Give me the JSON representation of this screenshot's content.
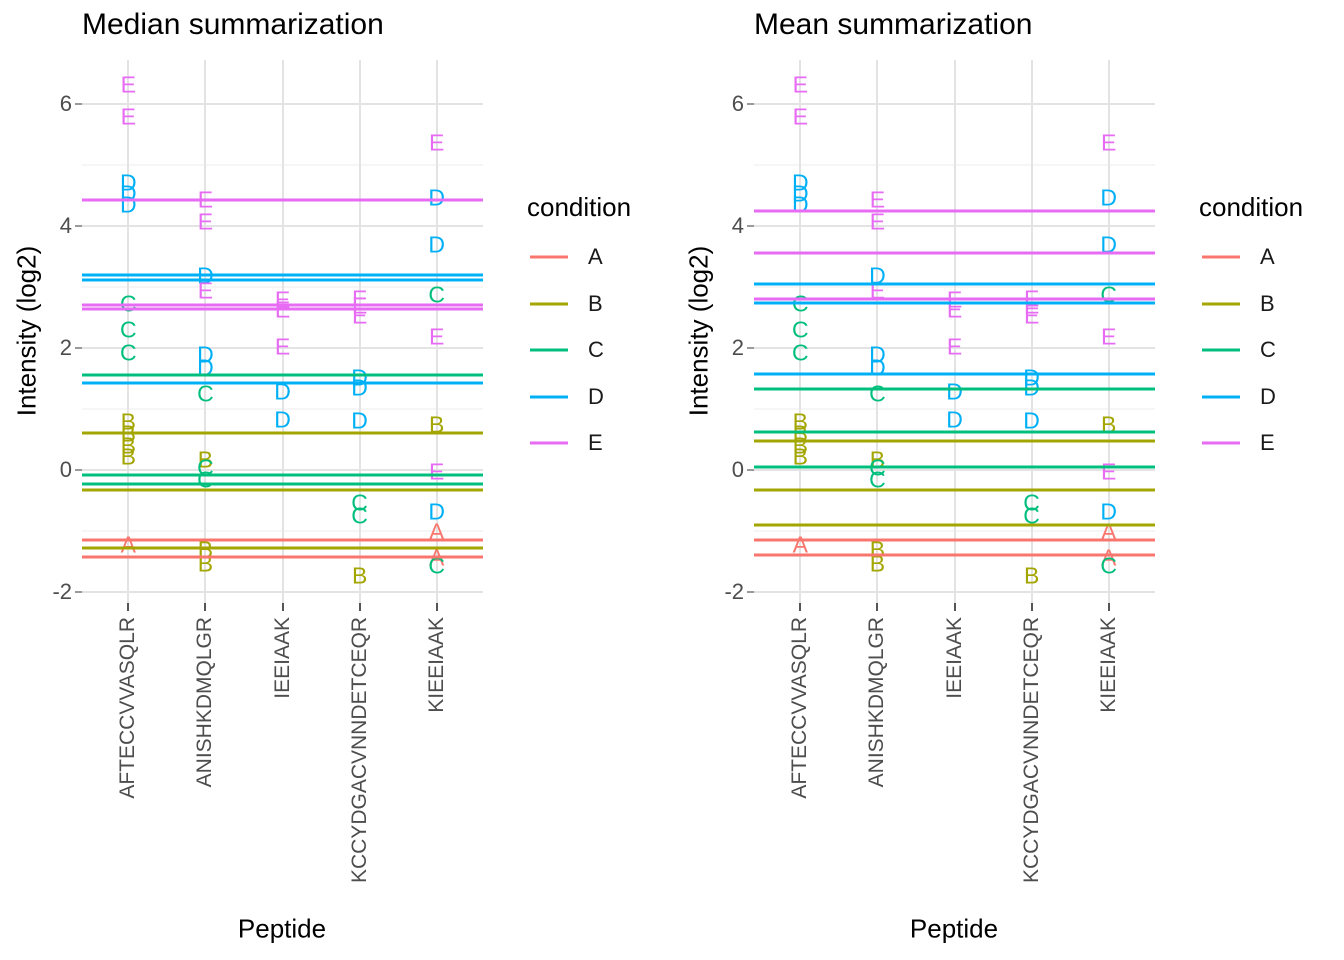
{
  "style": {
    "condition_colors": {
      "A": "#F8766D",
      "B": "#A3A500",
      "C": "#00BF7D",
      "D": "#00B0F6",
      "E": "#E76BF3"
    },
    "grid_color": "#E3E3E3",
    "background": "#FFFFFF",
    "tick_label_color": "#4D4D4D"
  },
  "chart_data": [
    {
      "type": "scatter",
      "title": "Median summarization",
      "xlabel": "Peptide",
      "ylabel": "Intensity (log2)",
      "legend_title": "condition",
      "legend_entries": [
        "A",
        "B",
        "C",
        "D",
        "E"
      ],
      "legend_position": "right",
      "grid": true,
      "ylim": [
        -2.18,
        6.72
      ],
      "yticks": [
        6,
        4,
        2,
        0,
        -2
      ],
      "yticks_minor": [
        5,
        3,
        1,
        -1
      ],
      "categories": [
        "AFTECCVVASQLR",
        "ANISHKDMQLGR",
        "IEEIAAK",
        "KCCYDGACVNNDETCEQR",
        "KIEEIAAK"
      ],
      "points": [
        {
          "peptide": 0,
          "condition": "E",
          "value": 6.31
        },
        {
          "peptide": 0,
          "condition": "E",
          "value": 5.79
        },
        {
          "peptide": 0,
          "condition": "D",
          "value": 4.7
        },
        {
          "peptide": 0,
          "condition": "D",
          "value": 4.53
        },
        {
          "peptide": 0,
          "condition": "D",
          "value": 4.35
        },
        {
          "peptide": 0,
          "condition": "C",
          "value": 2.72
        },
        {
          "peptide": 0,
          "condition": "C",
          "value": 2.3
        },
        {
          "peptide": 0,
          "condition": "C",
          "value": 1.92
        },
        {
          "peptide": 0,
          "condition": "B",
          "value": 0.79
        },
        {
          "peptide": 0,
          "condition": "B",
          "value": 0.59
        },
        {
          "peptide": 0,
          "condition": "B",
          "value": 0.39
        },
        {
          "peptide": 0,
          "condition": "B",
          "value": 0.21
        },
        {
          "peptide": 0,
          "condition": "A",
          "value": -1.23
        },
        {
          "peptide": 1,
          "condition": "E",
          "value": 4.42
        },
        {
          "peptide": 1,
          "condition": "E",
          "value": 4.06
        },
        {
          "peptide": 1,
          "condition": "D",
          "value": 3.18
        },
        {
          "peptide": 1,
          "condition": "E",
          "value": 2.93
        },
        {
          "peptide": 1,
          "condition": "D",
          "value": 1.89
        },
        {
          "peptide": 1,
          "condition": "D",
          "value": 1.67
        },
        {
          "peptide": 1,
          "condition": "C",
          "value": 1.25
        },
        {
          "peptide": 1,
          "condition": "B",
          "value": 0.16
        },
        {
          "peptide": 1,
          "condition": "C",
          "value": 0.03
        },
        {
          "peptide": 1,
          "condition": "C",
          "value": -0.16
        },
        {
          "peptide": 1,
          "condition": "B",
          "value": -1.31
        },
        {
          "peptide": 1,
          "condition": "B",
          "value": -1.54
        },
        {
          "peptide": 2,
          "condition": "E",
          "value": 2.79
        },
        {
          "peptide": 2,
          "condition": "E",
          "value": 2.62
        },
        {
          "peptide": 2,
          "condition": "E",
          "value": 2.02
        },
        {
          "peptide": 2,
          "condition": "D",
          "value": 1.28
        },
        {
          "peptide": 2,
          "condition": "D",
          "value": 0.82
        },
        {
          "peptide": 3,
          "condition": "E",
          "value": 2.8
        },
        {
          "peptide": 3,
          "condition": "E",
          "value": 2.69
        },
        {
          "peptide": 3,
          "condition": "E",
          "value": 2.52
        },
        {
          "peptide": 3,
          "condition": "D",
          "value": 1.51
        },
        {
          "peptide": 3,
          "condition": "D",
          "value": 1.34
        },
        {
          "peptide": 3,
          "condition": "D",
          "value": 0.8
        },
        {
          "peptide": 3,
          "condition": "C",
          "value": -0.54
        },
        {
          "peptide": 3,
          "condition": "C",
          "value": -0.75
        },
        {
          "peptide": 3,
          "condition": "B",
          "value": -1.74
        },
        {
          "peptide": 4,
          "condition": "E",
          "value": 5.36
        },
        {
          "peptide": 4,
          "condition": "D",
          "value": 4.46
        },
        {
          "peptide": 4,
          "condition": "D",
          "value": 3.69
        },
        {
          "peptide": 4,
          "condition": "C",
          "value": 2.87
        },
        {
          "peptide": 4,
          "condition": "E",
          "value": 2.18
        },
        {
          "peptide": 4,
          "condition": "B",
          "value": 0.74
        },
        {
          "peptide": 4,
          "condition": "E",
          "value": -0.03
        },
        {
          "peptide": 4,
          "condition": "D",
          "value": -0.69
        },
        {
          "peptide": 4,
          "condition": "A",
          "value": -1.02
        },
        {
          "peptide": 4,
          "condition": "A",
          "value": -1.44
        },
        {
          "peptide": 4,
          "condition": "C",
          "value": -1.57
        }
      ],
      "hlines": [
        {
          "condition": "E",
          "value": 4.43
        },
        {
          "condition": "D",
          "value": 3.2
        },
        {
          "condition": "D",
          "value": 3.12
        },
        {
          "condition": "E",
          "value": 2.7
        },
        {
          "condition": "E",
          "value": 2.64
        },
        {
          "condition": "C",
          "value": 1.56
        },
        {
          "condition": "D",
          "value": 1.43
        },
        {
          "condition": "B",
          "value": 0.6
        },
        {
          "condition": "C",
          "value": -0.08
        },
        {
          "condition": "C",
          "value": -0.23
        },
        {
          "condition": "B",
          "value": -0.33
        },
        {
          "condition": "A",
          "value": -1.15
        },
        {
          "condition": "B",
          "value": -1.28
        },
        {
          "condition": "A",
          "value": -1.42
        }
      ]
    },
    {
      "type": "scatter",
      "title": "Mean summarization",
      "xlabel": "Peptide",
      "ylabel": "Intensity (log2)",
      "legend_title": "condition",
      "legend_entries": [
        "A",
        "B",
        "C",
        "D",
        "E"
      ],
      "legend_position": "right",
      "grid": true,
      "ylim": [
        -2.18,
        6.72
      ],
      "yticks": [
        6,
        4,
        2,
        0,
        -2
      ],
      "yticks_minor": [
        5,
        3,
        1,
        -1
      ],
      "categories": [
        "AFTECCVVASQLR",
        "ANISHKDMQLGR",
        "IEEIAAK",
        "KCCYDGACVNNDETCEQR",
        "KIEEIAAK"
      ],
      "points": [
        {
          "peptide": 0,
          "condition": "E",
          "value": 6.31
        },
        {
          "peptide": 0,
          "condition": "E",
          "value": 5.79
        },
        {
          "peptide": 0,
          "condition": "D",
          "value": 4.7
        },
        {
          "peptide": 0,
          "condition": "D",
          "value": 4.53
        },
        {
          "peptide": 0,
          "condition": "D",
          "value": 4.35
        },
        {
          "peptide": 0,
          "condition": "C",
          "value": 2.72
        },
        {
          "peptide": 0,
          "condition": "C",
          "value": 2.3
        },
        {
          "peptide": 0,
          "condition": "C",
          "value": 1.92
        },
        {
          "peptide": 0,
          "condition": "B",
          "value": 0.79
        },
        {
          "peptide": 0,
          "condition": "B",
          "value": 0.59
        },
        {
          "peptide": 0,
          "condition": "B",
          "value": 0.39
        },
        {
          "peptide": 0,
          "condition": "B",
          "value": 0.21
        },
        {
          "peptide": 0,
          "condition": "A",
          "value": -1.23
        },
        {
          "peptide": 1,
          "condition": "E",
          "value": 4.42
        },
        {
          "peptide": 1,
          "condition": "E",
          "value": 4.06
        },
        {
          "peptide": 1,
          "condition": "D",
          "value": 3.18
        },
        {
          "peptide": 1,
          "condition": "E",
          "value": 2.93
        },
        {
          "peptide": 1,
          "condition": "D",
          "value": 1.89
        },
        {
          "peptide": 1,
          "condition": "D",
          "value": 1.67
        },
        {
          "peptide": 1,
          "condition": "C",
          "value": 1.25
        },
        {
          "peptide": 1,
          "condition": "B",
          "value": 0.16
        },
        {
          "peptide": 1,
          "condition": "C",
          "value": 0.03
        },
        {
          "peptide": 1,
          "condition": "C",
          "value": -0.16
        },
        {
          "peptide": 1,
          "condition": "B",
          "value": -1.31
        },
        {
          "peptide": 1,
          "condition": "B",
          "value": -1.54
        },
        {
          "peptide": 2,
          "condition": "E",
          "value": 2.79
        },
        {
          "peptide": 2,
          "condition": "E",
          "value": 2.62
        },
        {
          "peptide": 2,
          "condition": "E",
          "value": 2.02
        },
        {
          "peptide": 2,
          "condition": "D",
          "value": 1.28
        },
        {
          "peptide": 2,
          "condition": "D",
          "value": 0.82
        },
        {
          "peptide": 3,
          "condition": "E",
          "value": 2.8
        },
        {
          "peptide": 3,
          "condition": "E",
          "value": 2.69
        },
        {
          "peptide": 3,
          "condition": "E",
          "value": 2.52
        },
        {
          "peptide": 3,
          "condition": "D",
          "value": 1.51
        },
        {
          "peptide": 3,
          "condition": "D",
          "value": 1.34
        },
        {
          "peptide": 3,
          "condition": "D",
          "value": 0.8
        },
        {
          "peptide": 3,
          "condition": "C",
          "value": -0.54
        },
        {
          "peptide": 3,
          "condition": "C",
          "value": -0.75
        },
        {
          "peptide": 3,
          "condition": "B",
          "value": -1.74
        },
        {
          "peptide": 4,
          "condition": "E",
          "value": 5.36
        },
        {
          "peptide": 4,
          "condition": "D",
          "value": 4.46
        },
        {
          "peptide": 4,
          "condition": "D",
          "value": 3.69
        },
        {
          "peptide": 4,
          "condition": "C",
          "value": 2.87
        },
        {
          "peptide": 4,
          "condition": "E",
          "value": 2.18
        },
        {
          "peptide": 4,
          "condition": "B",
          "value": 0.74
        },
        {
          "peptide": 4,
          "condition": "E",
          "value": -0.03
        },
        {
          "peptide": 4,
          "condition": "D",
          "value": -0.69
        },
        {
          "peptide": 4,
          "condition": "A",
          "value": -1.02
        },
        {
          "peptide": 4,
          "condition": "A",
          "value": -1.44
        },
        {
          "peptide": 4,
          "condition": "C",
          "value": -1.57
        }
      ],
      "hlines": [
        {
          "condition": "E",
          "value": 4.25
        },
        {
          "condition": "E",
          "value": 3.55
        },
        {
          "condition": "D",
          "value": 3.05
        },
        {
          "condition": "E",
          "value": 2.8
        },
        {
          "condition": "D",
          "value": 2.73
        },
        {
          "condition": "D",
          "value": 1.57
        },
        {
          "condition": "C",
          "value": 1.33
        },
        {
          "condition": "C",
          "value": 0.62
        },
        {
          "condition": "B",
          "value": 0.48
        },
        {
          "condition": "C",
          "value": 0.05
        },
        {
          "condition": "B",
          "value": -0.33
        },
        {
          "condition": "B",
          "value": -0.9
        },
        {
          "condition": "A",
          "value": -1.15
        },
        {
          "condition": "A",
          "value": -1.4
        }
      ]
    }
  ]
}
